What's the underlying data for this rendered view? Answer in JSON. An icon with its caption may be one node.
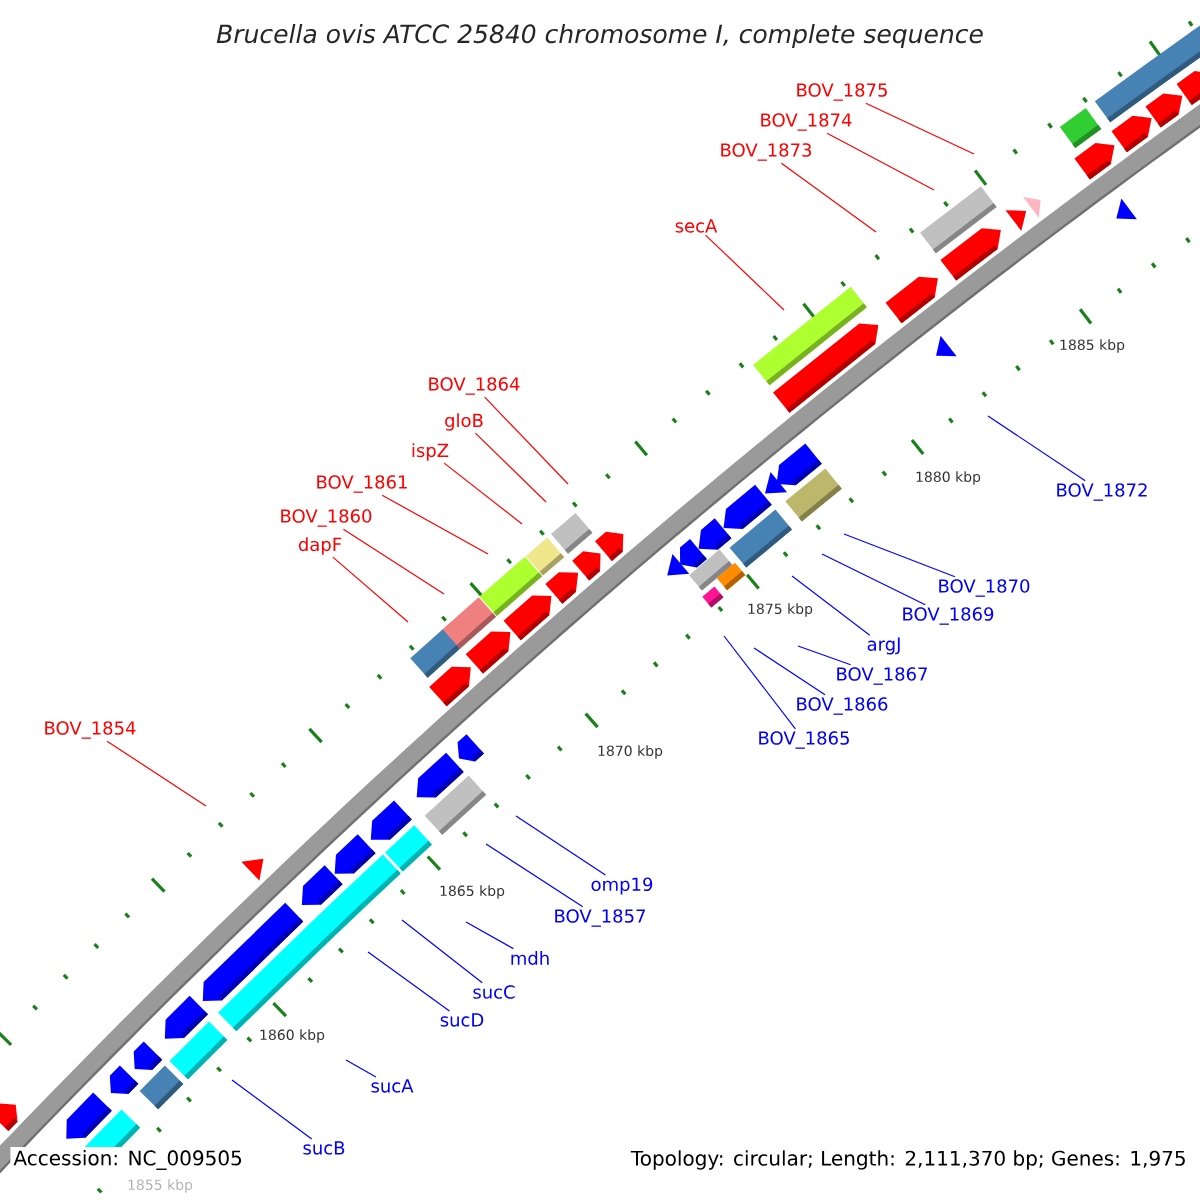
{
  "diagram": {
    "title": "Brucella ovis ATCC 25840 chromosome I, complete sequence",
    "nodes": [
      {
        "text": [
          "BOV_1875"
        ]
      },
      {
        "text": [
          "BOV_1874"
        ]
      },
      {
        "text": [
          "BOV_1873"
        ]
      },
      {
        "text": [
          "secA"
        ]
      },
      {
        "text": [
          "BOV_1864"
        ]
      },
      {
        "text": [
          "gloB"
        ]
      },
      {
        "text": [
          "ispZ"
        ]
      },
      {
        "text": [
          "BOV_1861"
        ]
      },
      {
        "text": [
          "BOV_1872"
        ]
      },
      {
        "text": [
          "BOV_1860"
        ]
      },
      {
        "text": [
          "dapF"
        ]
      },
      {
        "text": [
          "BOV_1870"
        ]
      },
      {
        "text": [
          "BOV_1869"
        ]
      },
      {
        "text": [
          "argJ"
        ]
      },
      {
        "text": [
          "BOV_1867"
        ]
      },
      {
        "text": [
          "BOV_1866"
        ]
      },
      {
        "text": [
          "BOV_1854"
        ]
      },
      {
        "text": [
          "BOV_1865"
        ]
      },
      {
        "text": [
          "omp19"
        ]
      },
      {
        "text": [
          "BOV_1857"
        ]
      },
      {
        "text": [
          "mdh"
        ]
      },
      {
        "text": [
          "sucC"
        ]
      },
      {
        "text": [
          "sucD"
        ]
      },
      {
        "text": [
          "sucA"
        ]
      },
      {
        "text": [
          "sucB"
        ]
      }
    ],
    "edges": [
      {
        "from": 0,
        "to": null,
        "arrow": "none",
        "color": "#ff0000"
      },
      {
        "from": 1,
        "to": null,
        "arrow": "none",
        "color": "#ff0000"
      },
      {
        "from": 2,
        "to": null,
        "arrow": "none",
        "color": "#ff0000"
      },
      {
        "from": 3,
        "to": null,
        "arrow": "none",
        "color": "#ff0000"
      },
      {
        "from": 4,
        "to": null,
        "arrow": "none",
        "color": "#ff0000"
      },
      {
        "from": 5,
        "to": null,
        "arrow": "none",
        "color": "#ff0000"
      },
      {
        "from": 6,
        "to": null,
        "arrow": "none",
        "color": "#ff0000"
      },
      {
        "from": 7,
        "to": null,
        "arrow": "none",
        "color": "#ff0000"
      },
      {
        "from": 8,
        "to": null,
        "arrow": "none"
      },
      {
        "from": 9,
        "to": null,
        "arrow": "none",
        "color": "#ff0000"
      },
      {
        "from": 10,
        "to": null,
        "arrow": "none",
        "color": "#ff0000"
      },
      {
        "from": 11,
        "to": null,
        "arrow": "none"
      },
      {
        "from": 12,
        "to": null,
        "arrow": "none"
      },
      {
        "from": 13,
        "to": null,
        "arrow": "none"
      },
      {
        "from": 14,
        "to": null,
        "arrow": "none"
      },
      {
        "from": 15,
        "to": null,
        "arrow": "none"
      },
      {
        "from": 16,
        "to": null,
        "arrow": "none",
        "color": "#ff0000"
      },
      {
        "from": 17,
        "to": null,
        "arrow": "none"
      },
      {
        "from": 18,
        "to": null,
        "arrow": "none"
      },
      {
        "from": 19,
        "to": null,
        "arrow": "none"
      },
      {
        "from": 20,
        "to": null,
        "arrow": "none"
      },
      {
        "from": 21,
        "to": null,
        "arrow": "none"
      },
      {
        "from": 22,
        "to": null,
        "arrow": "none"
      },
      {
        "from": 23,
        "to": null,
        "arrow": "none"
      },
      {
        "from": 24,
        "to": null,
        "arrow": "none"
      }
    ],
    "labels": [
      "1885 kbp",
      "1880 kbp",
      "1875 kbp",
      "1870 kbp",
      "1865 kbp",
      "1860 kbp",
      "Accession: NC_009505",
      "Topology: circular; Length: 2,111,370 bp; Genes: 1,975",
      "1855 kbp"
    ]
  }
}
